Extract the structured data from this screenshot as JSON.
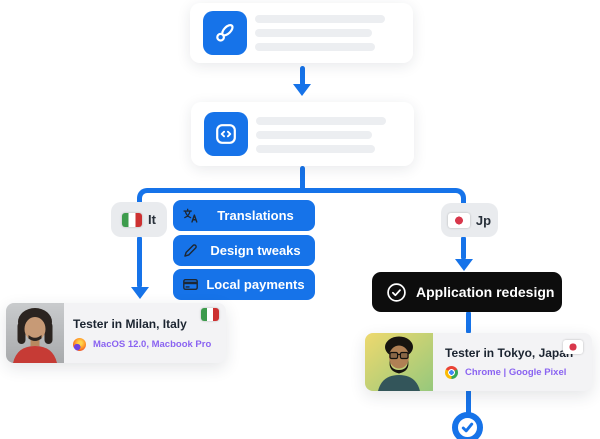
{
  "diagram": {
    "step1": {
      "icon": "link-icon"
    },
    "step2": {
      "icon": "code-icon"
    },
    "left": {
      "badge_label": "It",
      "tags": [
        {
          "icon": "translate-icon",
          "label": "Translations"
        },
        {
          "icon": "pen-icon",
          "label": "Design tweaks"
        },
        {
          "icon": "credit-card-icon",
          "label": "Local payments"
        }
      ],
      "card": {
        "title": "Tester in Milan, Italy",
        "env": "MacOS 12.0, Macbook Pro",
        "browser_icon": "firefox-icon",
        "flag": "italy-flag"
      }
    },
    "right": {
      "badge_label": "Jp",
      "task_label": "Application redesign",
      "card": {
        "title": "Tester in Tokyo, Japan",
        "env": "Chrome | Google Pixel",
        "browser_icon": "chrome-icon",
        "flag": "japan-flag"
      }
    },
    "colors": {
      "accent_blue": "#1673e9",
      "task_black": "#0d0d0d",
      "env_purple": "#8a63f1",
      "card_gray": "#f3f3f5",
      "badge_gray": "#e9ebee",
      "skeleton_gray": "#eceef1",
      "flag_italy_green": "#3d9b4c",
      "flag_italy_red": "#cd3131",
      "flag_japan_red": "#d8374b"
    }
  }
}
